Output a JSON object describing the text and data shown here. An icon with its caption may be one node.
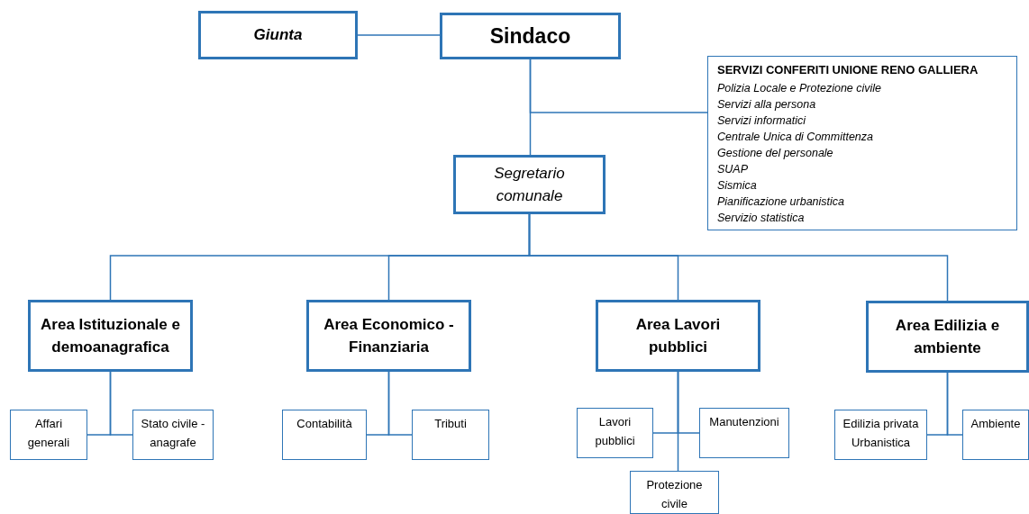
{
  "diagram": {
    "nodes": [
      {
        "text": [
          "Giunta"
        ]
      },
      {
        "text": [
          "Sindaco"
        ]
      },
      {
        "text": [
          "SERVIZI CONFERITI UNIONE RENO GALLIERA",
          "Polizia Locale e Protezione civile",
          "Servizi alla persona",
          "Servizi informatici",
          "Centrale Unica di Committenza",
          "Gestione del personale",
          "SUAP",
          "Sismica",
          "Pianificazione urbanistica",
          "Servizio statistica"
        ]
      },
      {
        "text": [
          "Segretario comunale"
        ]
      },
      {
        "text": [
          "Area Istituzionale e demoanagrafica"
        ]
      },
      {
        "text": [
          "Area Economico - Finanziaria"
        ]
      },
      {
        "text": [
          "Area Lavori pubblici"
        ]
      },
      {
        "text": [
          "Area Edilizia e ambiente"
        ]
      },
      {
        "text": [
          "Affari generali"
        ]
      },
      {
        "text": [
          "Stato civile - anagrafe"
        ]
      },
      {
        "text": [
          "Contabilità"
        ]
      },
      {
        "text": [
          "Tributi"
        ]
      },
      {
        "text": [
          "Lavori pubblici"
        ]
      },
      {
        "text": [
          "Manutenzioni"
        ]
      },
      {
        "text": [
          "Protezione civile"
        ]
      },
      {
        "text": [
          "Edilizia privata Urbanistica"
        ]
      },
      {
        "text": [
          "Ambiente"
        ]
      }
    ],
    "edges": [
      {
        "from": 0,
        "to": 1,
        "arrow": "none"
      },
      {
        "from": 1,
        "to": 3,
        "arrow": "none"
      },
      {
        "from": 1,
        "to": 2,
        "arrow": "none"
      },
      {
        "from": 3,
        "to": 4,
        "arrow": "none"
      },
      {
        "from": 3,
        "to": 5,
        "arrow": "none"
      },
      {
        "from": 3,
        "to": 6,
        "arrow": "none"
      },
      {
        "from": 3,
        "to": 7,
        "arrow": "none"
      },
      {
        "from": 4,
        "to": 8,
        "arrow": "none"
      },
      {
        "from": 4,
        "to": 9,
        "arrow": "none"
      },
      {
        "from": 5,
        "to": 10,
        "arrow": "none"
      },
      {
        "from": 5,
        "to": 11,
        "arrow": "none"
      },
      {
        "from": 6,
        "to": 12,
        "arrow": "none"
      },
      {
        "from": 6,
        "to": 13,
        "arrow": "none"
      },
      {
        "from": 6,
        "to": 14,
        "arrow": "none"
      },
      {
        "from": 7,
        "to": 15,
        "arrow": "none"
      },
      {
        "from": 7,
        "to": 16,
        "arrow": "none"
      }
    ]
  }
}
